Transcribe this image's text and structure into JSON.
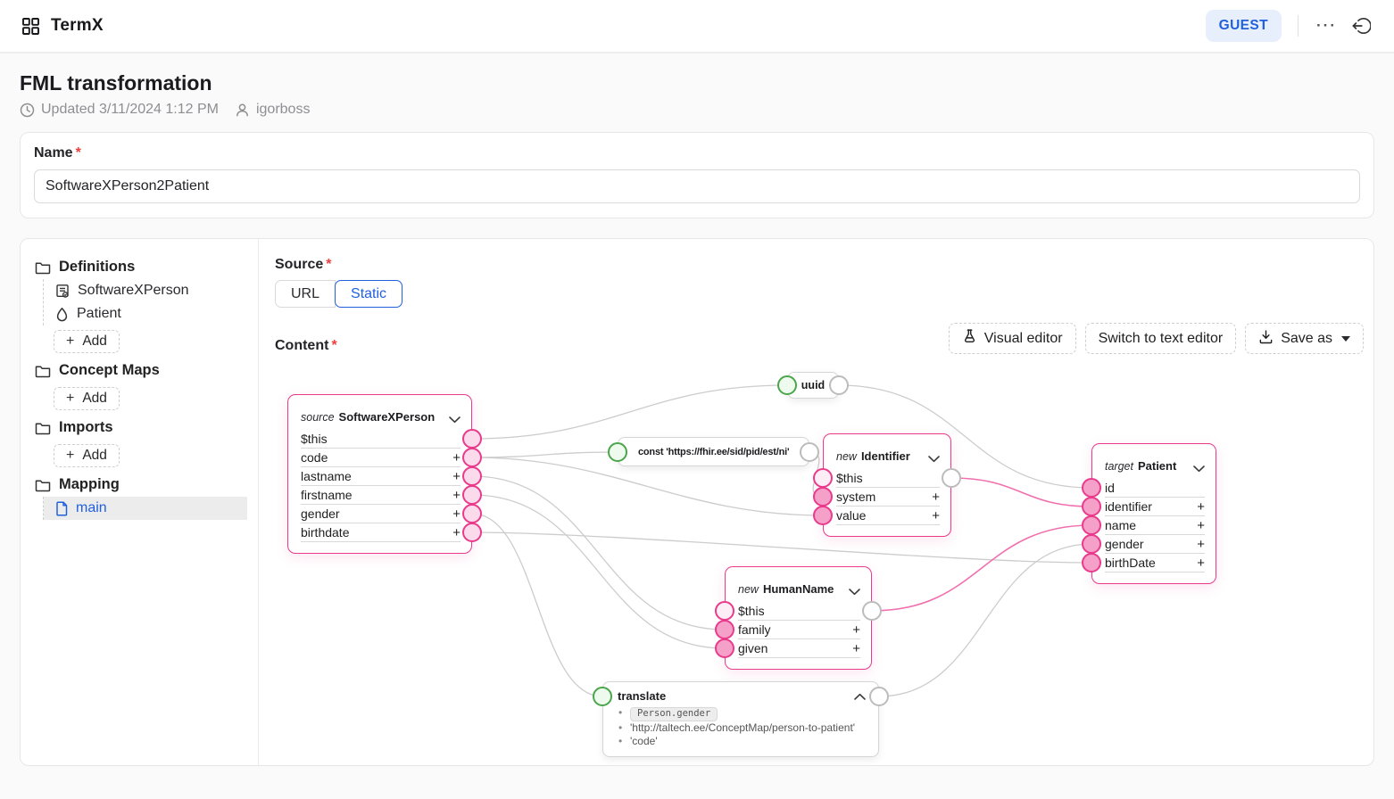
{
  "header": {
    "app_title": "TermX",
    "guest_label": "GUEST",
    "more_label": "···"
  },
  "page": {
    "title": "FML transformation",
    "updated": "Updated 3/11/2024 1:12 PM",
    "author": "igorboss"
  },
  "form": {
    "name_label": "Name",
    "required_mark": "*",
    "name_value": "SoftwareXPerson2Patient",
    "source_label": "Source",
    "source_url": "URL",
    "source_static": "Static",
    "content_label": "Content"
  },
  "sidebar": {
    "definitions_label": "Definitions",
    "items": [
      {
        "label": "SoftwareXPerson"
      },
      {
        "label": "Patient"
      }
    ],
    "concept_maps_label": "Concept Maps",
    "imports_label": "Imports",
    "mapping_label": "Mapping",
    "mapping_items": [
      {
        "label": "main"
      }
    ],
    "add_label": "Add"
  },
  "toolbar": {
    "visual_editor": "Visual editor",
    "switch_text_editor": "Switch to text editor",
    "save_as": "Save as"
  },
  "ui": {
    "plus": "+"
  },
  "graph": {
    "nodes": [
      {
        "id": "source",
        "prefix": "source",
        "title": "SoftwareXPerson",
        "rows": [
          {
            "label": "$this",
            "add": false
          },
          {
            "label": "code",
            "add": true
          },
          {
            "label": "lastname",
            "add": true
          },
          {
            "label": "firstname",
            "add": true
          },
          {
            "label": "gender",
            "add": true
          },
          {
            "label": "birthdate",
            "add": true
          }
        ]
      },
      {
        "id": "uuid",
        "title": "uuid"
      },
      {
        "id": "const",
        "title": "const 'https://fhir.ee/sid/pid/est/ni'"
      },
      {
        "id": "identifier",
        "prefix": "new",
        "title": "Identifier",
        "rows": [
          {
            "label": "$this",
            "add": false
          },
          {
            "label": "system",
            "add": true
          },
          {
            "label": "value",
            "add": true
          }
        ]
      },
      {
        "id": "patient",
        "prefix": "target",
        "title": "Patient",
        "rows": [
          {
            "label": "id",
            "add": false
          },
          {
            "label": "identifier",
            "add": true
          },
          {
            "label": "name",
            "add": true
          },
          {
            "label": "gender",
            "add": true
          },
          {
            "label": "birthDate",
            "add": true
          }
        ]
      },
      {
        "id": "humanname",
        "prefix": "new",
        "title": "HumanName",
        "rows": [
          {
            "label": "$this",
            "add": false
          },
          {
            "label": "family",
            "add": true
          },
          {
            "label": "given",
            "add": true
          }
        ]
      },
      {
        "id": "translate",
        "title": "translate",
        "items": [
          {
            "text": "Person.gender",
            "chip": true
          },
          {
            "text": "'http://taltech.ee/ConceptMap/person-to-patient'"
          },
          {
            "text": "'code'"
          }
        ]
      }
    ],
    "edges": [
      {
        "from": "source:0",
        "to": "uuid:in",
        "style": "gray"
      },
      {
        "from": "source:1",
        "to": "const:in",
        "style": "gray"
      },
      {
        "from": "source:1",
        "to": "identifier:2",
        "style": "gray"
      },
      {
        "from": "const:out",
        "to": "identifier:1",
        "style": "gray"
      },
      {
        "from": "uuid:out",
        "to": "patient:0",
        "style": "gray"
      },
      {
        "from": "source:2",
        "to": "humanname:1",
        "style": "gray"
      },
      {
        "from": "source:3",
        "to": "humanname:2",
        "style": "gray"
      },
      {
        "from": "source:4",
        "to": "translate:in",
        "style": "gray"
      },
      {
        "from": "source:5",
        "to": "patient:4",
        "style": "gray"
      },
      {
        "from": "translate:out",
        "to": "patient:3",
        "style": "gray"
      },
      {
        "from": "identifier:out",
        "to": "patient:1",
        "style": "pink"
      },
      {
        "from": "humanname:out",
        "to": "patient:2",
        "style": "pink"
      }
    ]
  },
  "colors": {
    "accent_blue": "#2160dd",
    "node_pink": "#e93a8c",
    "edge_pink": "#f06fae",
    "edge_gray": "#cccccc",
    "port_green": "#4ba64b",
    "required_red": "#f03e3e"
  }
}
